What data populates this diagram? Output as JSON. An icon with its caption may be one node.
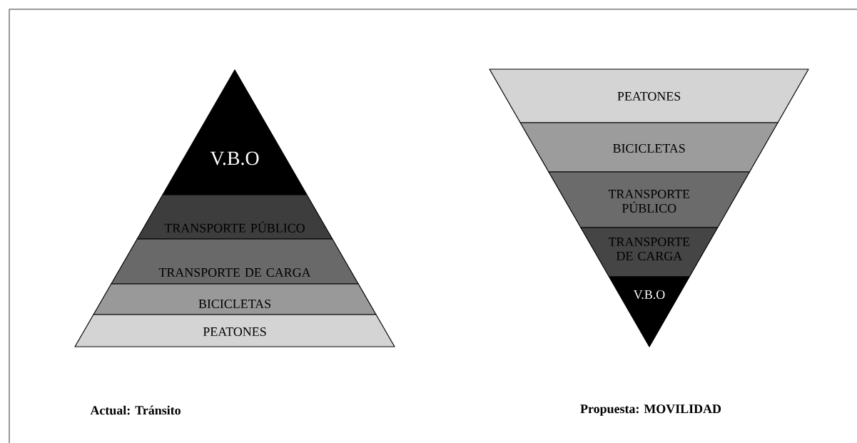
{
  "diagram": {
    "nodes": [
      {
        "text": [
          "V.B.O"
        ]
      },
      {
        "text": [
          "TRANSPORTE PÚBLICO"
        ]
      },
      {
        "text": [
          "TRANSPORTE DE CARGA"
        ]
      },
      {
        "text": [
          "BICICLETAS"
        ]
      },
      {
        "text": [
          "PEATONES"
        ]
      },
      {
        "text": [
          "PEATONES"
        ]
      },
      {
        "text": [
          "BICICLETAS"
        ]
      },
      {
        "text": [
          "TRANSPORTE PÚBLICO"
        ]
      },
      {
        "text": [
          "TRANSPORTE DE CARGA"
        ]
      },
      {
        "text": [
          "V.B.O"
        ]
      }
    ],
    "labels": [
      "Actual: Tránsito",
      "Propuesta: MOVILIDAD"
    ]
  }
}
